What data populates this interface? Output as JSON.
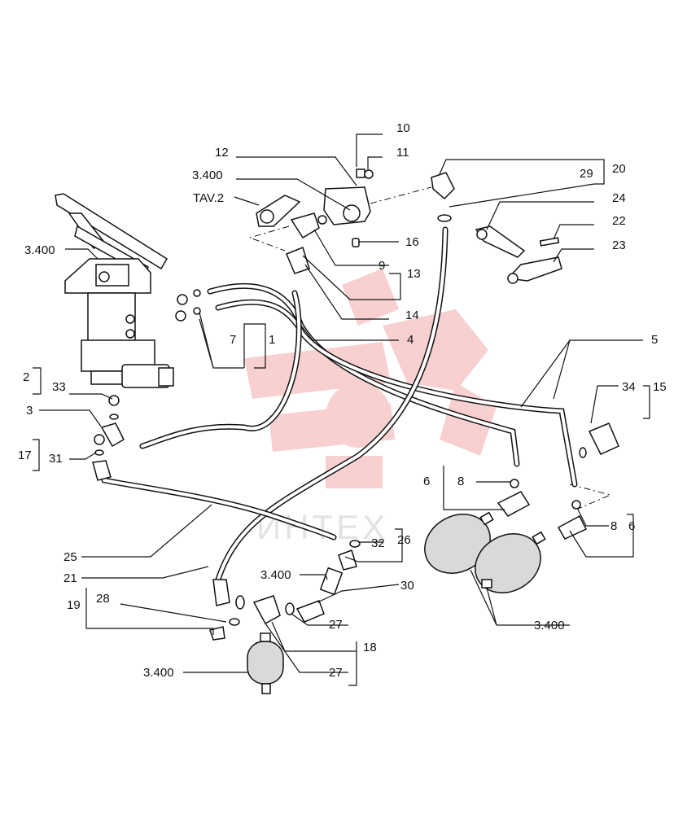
{
  "watermark": {
    "text": "ИНТЕХ",
    "color": "#f7c8c8"
  },
  "labels": [
    {
      "id": "l10",
      "text": "10"
    },
    {
      "id": "l11",
      "text": "11"
    },
    {
      "id": "l12",
      "text": "12"
    },
    {
      "id": "l3400a",
      "text": "3.400"
    },
    {
      "id": "ltav",
      "text": "TAV.2"
    },
    {
      "id": "l20",
      "text": "20"
    },
    {
      "id": "l29",
      "text": "29"
    },
    {
      "id": "l24",
      "text": "24"
    },
    {
      "id": "l22",
      "text": "22"
    },
    {
      "id": "l23",
      "text": "23"
    },
    {
      "id": "l3400b",
      "text": "3.400"
    },
    {
      "id": "l16",
      "text": "16"
    },
    {
      "id": "l9",
      "text": "9"
    },
    {
      "id": "l13",
      "text": "13"
    },
    {
      "id": "l14",
      "text": "14"
    },
    {
      "id": "l7",
      "text": "7"
    },
    {
      "id": "l1",
      "text": "1"
    },
    {
      "id": "l4",
      "text": "4"
    },
    {
      "id": "l5",
      "text": "5"
    },
    {
      "id": "l2",
      "text": "2"
    },
    {
      "id": "l33",
      "text": "33"
    },
    {
      "id": "l34",
      "text": "34"
    },
    {
      "id": "l15",
      "text": "15"
    },
    {
      "id": "l3",
      "text": "3"
    },
    {
      "id": "l17",
      "text": "17"
    },
    {
      "id": "l31",
      "text": "31"
    },
    {
      "id": "l6a",
      "text": "6"
    },
    {
      "id": "l8a",
      "text": "8"
    },
    {
      "id": "l8b",
      "text": "8"
    },
    {
      "id": "l6b",
      "text": "6"
    },
    {
      "id": "l32",
      "text": "32"
    },
    {
      "id": "l26",
      "text": "26"
    },
    {
      "id": "l25",
      "text": "25"
    },
    {
      "id": "l3400c",
      "text": "3.400"
    },
    {
      "id": "l21",
      "text": "21"
    },
    {
      "id": "l30",
      "text": "30"
    },
    {
      "id": "l19",
      "text": "19"
    },
    {
      "id": "l28",
      "text": "28"
    },
    {
      "id": "l27a",
      "text": "27"
    },
    {
      "id": "l3400d",
      "text": "3.400"
    },
    {
      "id": "l18",
      "text": "18"
    },
    {
      "id": "l3400e",
      "text": "3.400"
    },
    {
      "id": "l27b",
      "text": "27"
    }
  ]
}
